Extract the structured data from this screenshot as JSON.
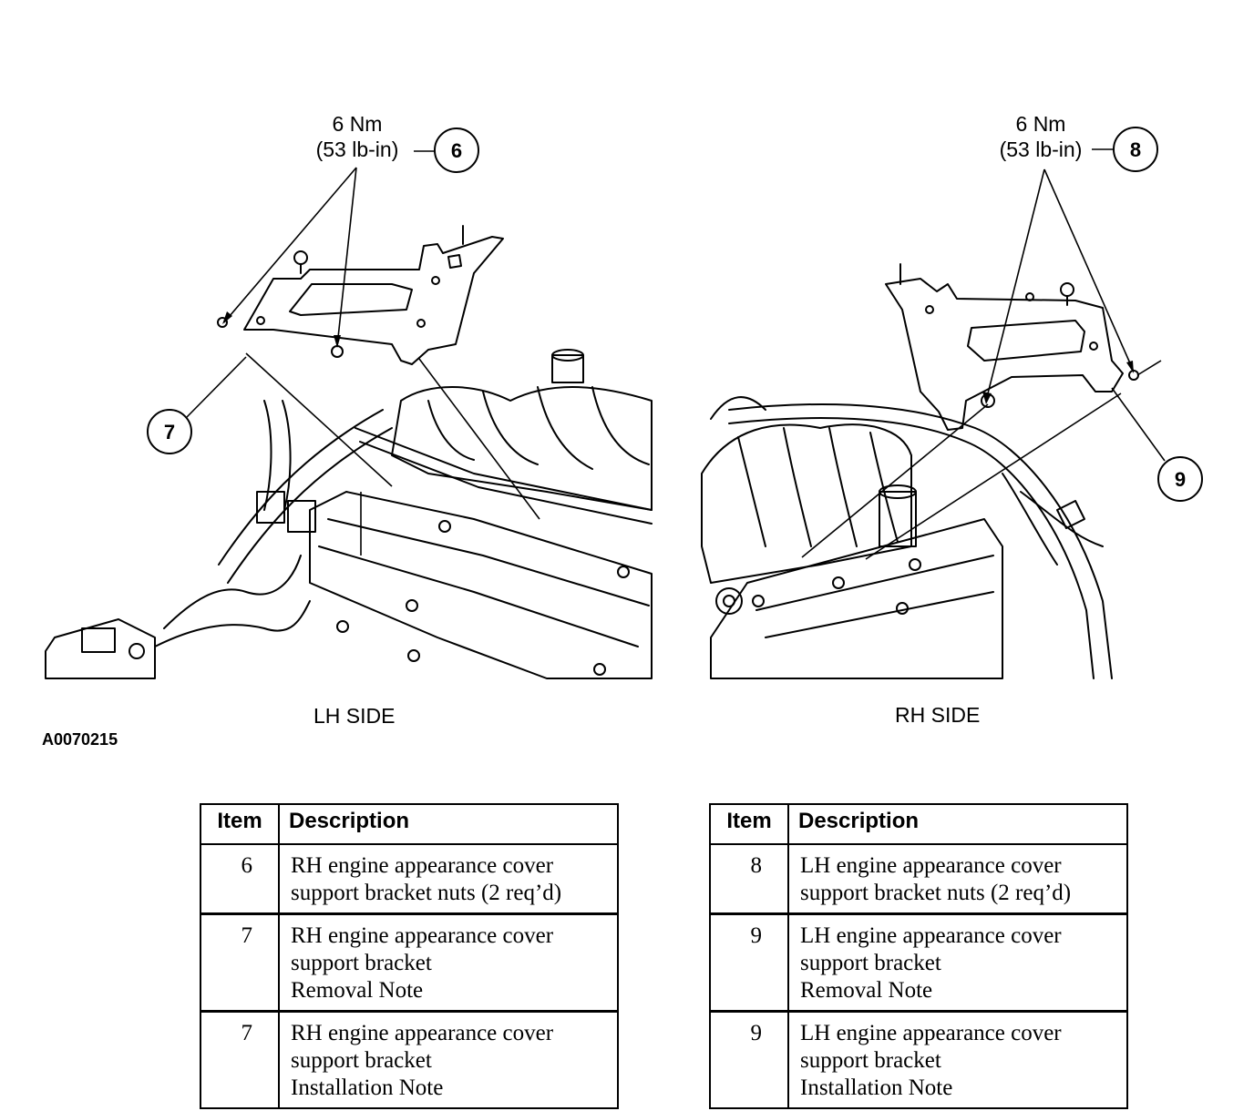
{
  "figure_id": "A0070215",
  "lh_view": {
    "caption": "LH SIDE",
    "torque": {
      "metric": "6 Nm",
      "imperial": "(53 lb-in)"
    },
    "callouts": [
      "6",
      "7"
    ]
  },
  "rh_view": {
    "caption": "RH SIDE",
    "torque": {
      "metric": "6 Nm",
      "imperial": "(53 lb-in)"
    },
    "callouts": [
      "8",
      "9"
    ]
  },
  "tables": [
    {
      "headers": {
        "item": "Item",
        "description": "Description"
      },
      "rows": [
        {
          "item": "6",
          "lines": [
            "RH engine appearance cover",
            "support bracket nuts (2 req’d)"
          ]
        },
        {
          "item": "7",
          "lines": [
            "RH engine appearance cover",
            "support bracket",
            "Removal Note"
          ]
        },
        {
          "item": "7",
          "lines": [
            "RH engine appearance cover",
            "support bracket",
            "Installation Note"
          ]
        }
      ]
    },
    {
      "headers": {
        "item": "Item",
        "description": "Description"
      },
      "rows": [
        {
          "item": "8",
          "lines": [
            "LH engine appearance cover",
            "support bracket nuts (2 req’d)"
          ]
        },
        {
          "item": "9",
          "lines": [
            "LH engine appearance cover",
            "support bracket",
            "Removal Note"
          ]
        },
        {
          "item": "9",
          "lines": [
            "LH engine appearance cover",
            "support bracket",
            "Installation Note"
          ]
        }
      ]
    }
  ]
}
